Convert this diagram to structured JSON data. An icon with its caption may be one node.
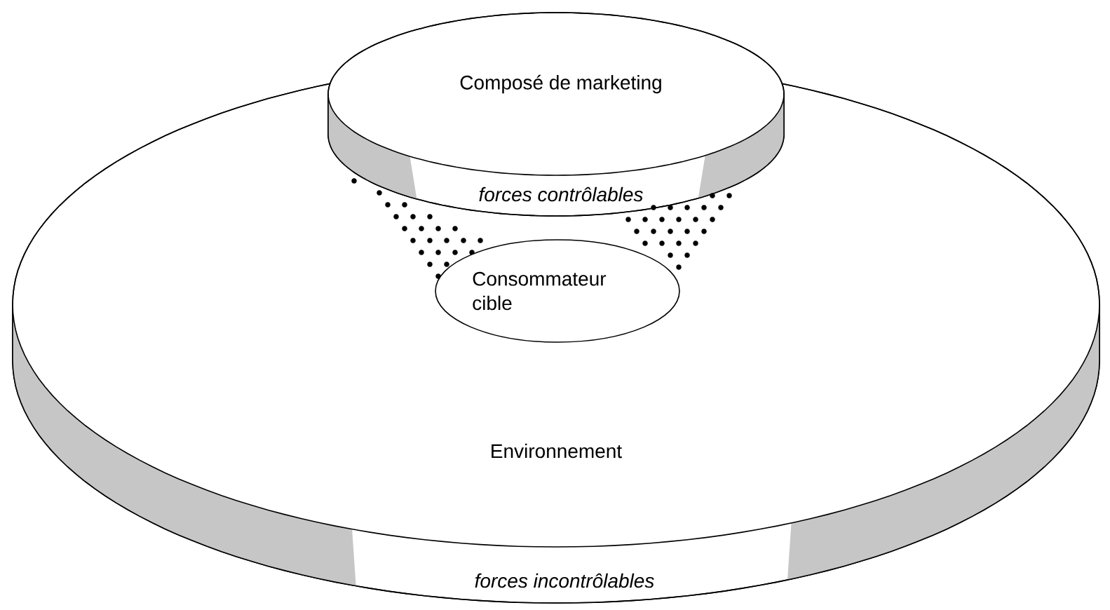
{
  "diagram": {
    "nodes": [
      {
        "text": [
          "Composé de marketing",
          "forces contrôlables"
        ]
      },
      {
        "text": [
          "Environnement",
          "forces incontrôlables"
        ]
      },
      {
        "text": [
          "Consommateur cible"
        ],
        "in": 1
      }
    ]
  }
}
